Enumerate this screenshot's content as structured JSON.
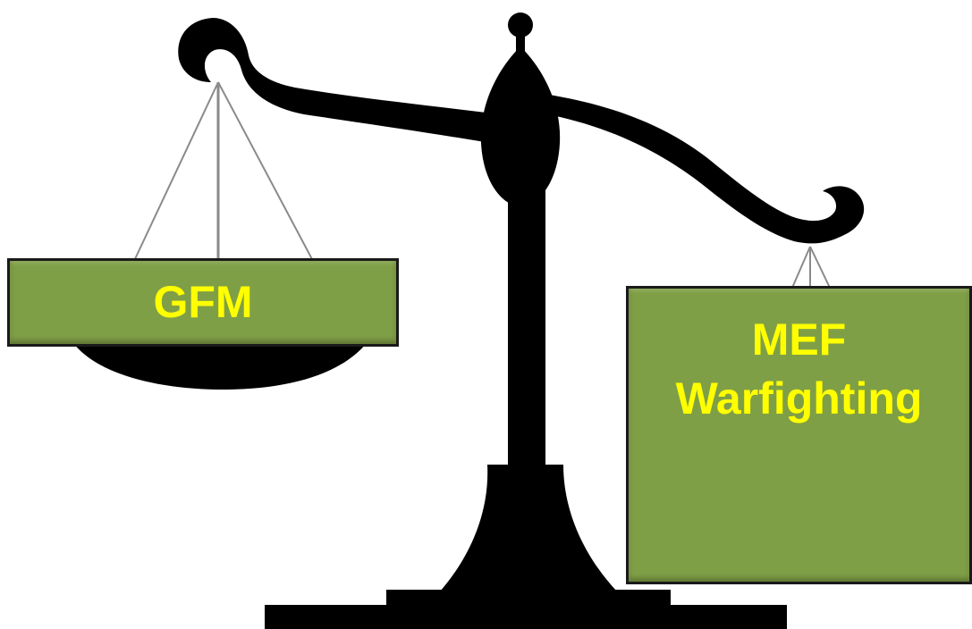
{
  "left_pan": {
    "label": "GFM"
  },
  "right_pan": {
    "label_line1": "MEF",
    "label_line2": "Warfighting"
  },
  "colors": {
    "box_fill": "#7f9f46",
    "box_text": "#ffff00",
    "scale": "#000000",
    "strings": "#888888"
  }
}
